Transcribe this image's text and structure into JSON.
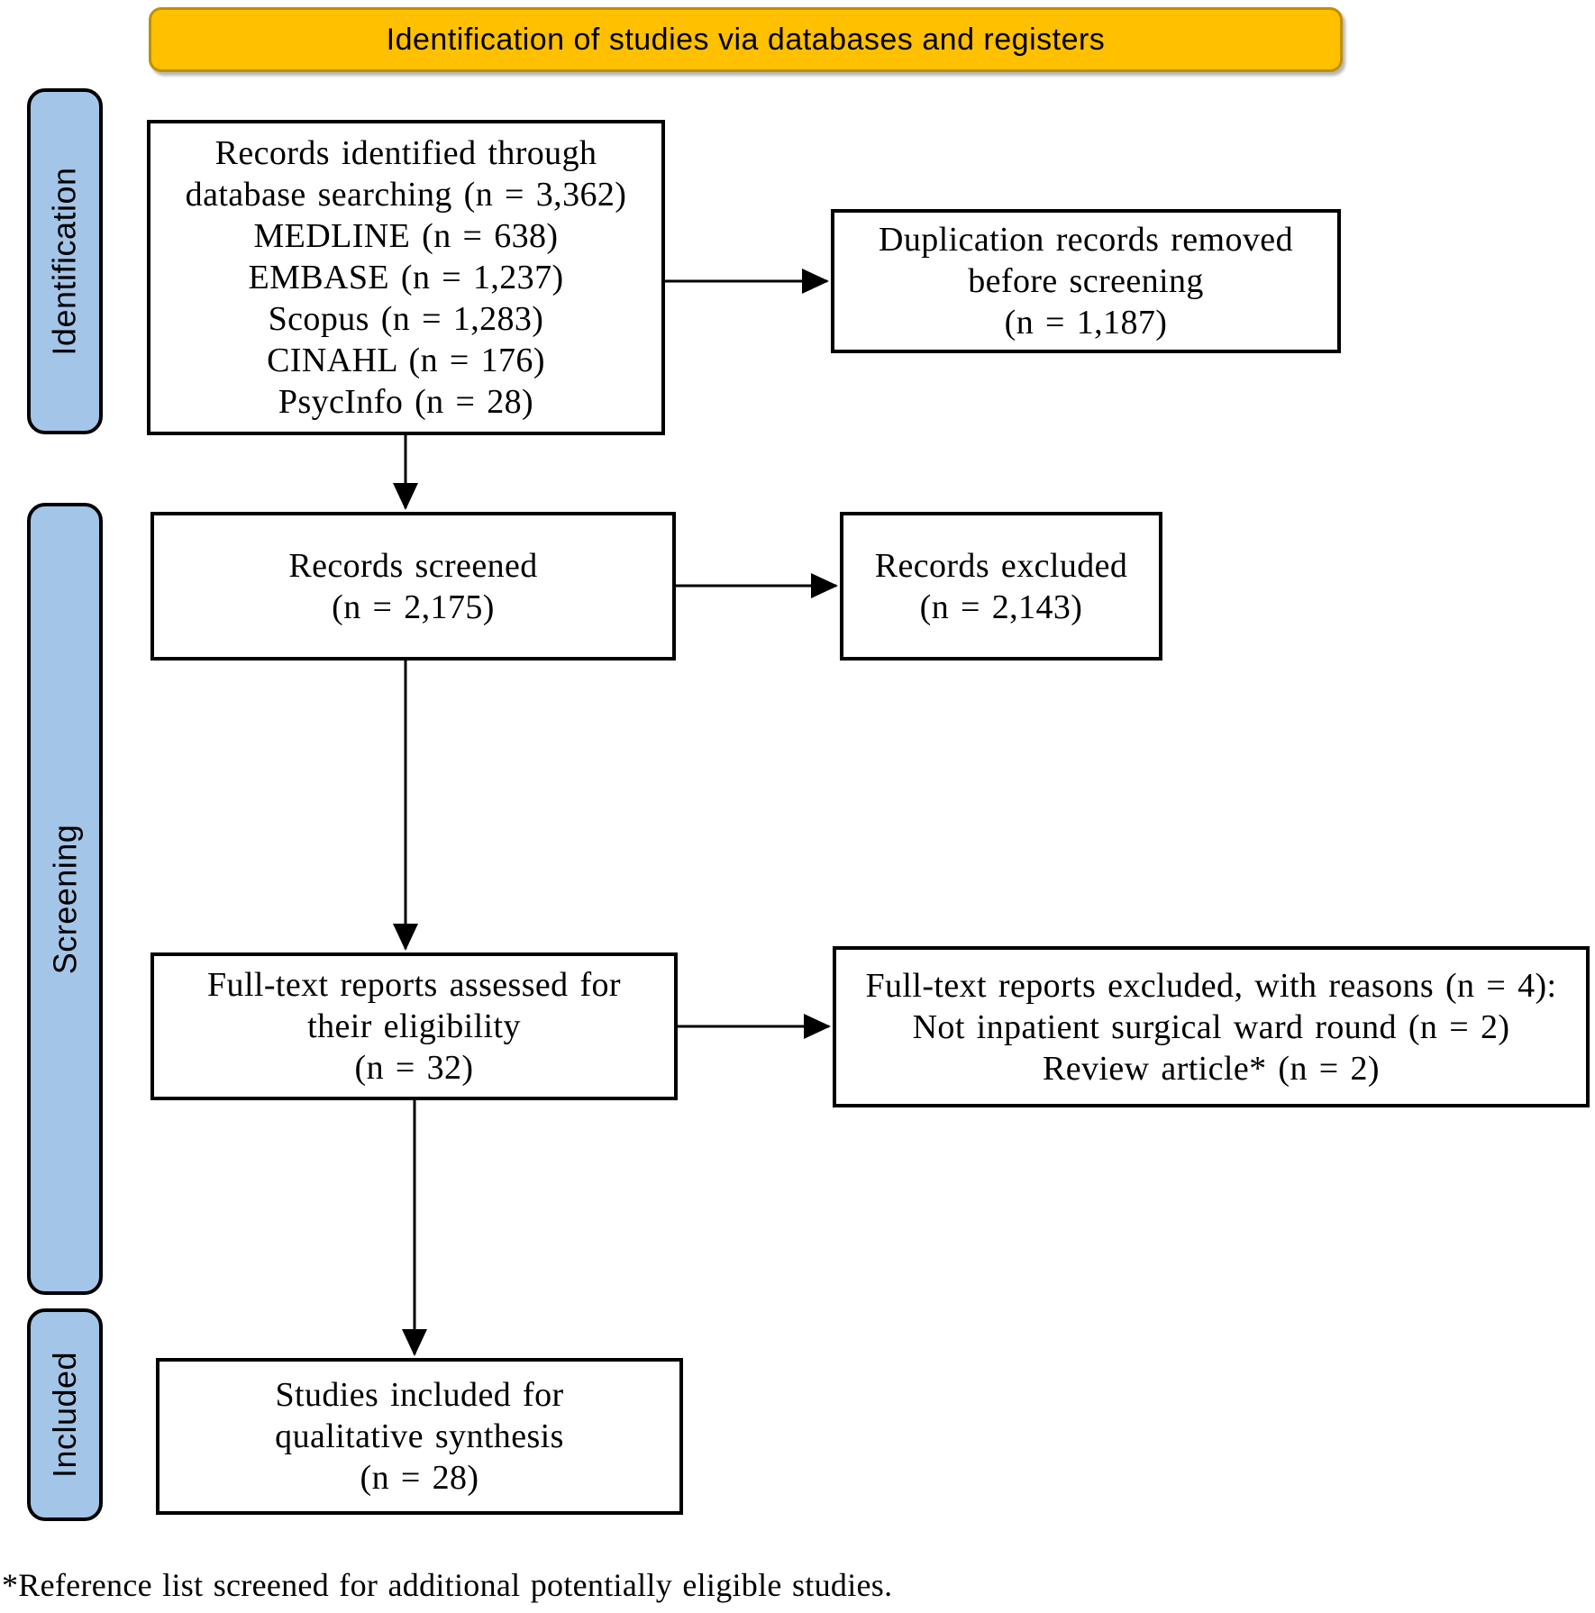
{
  "banner": {
    "label": "Identification of studies via databases and registers"
  },
  "stages": {
    "identification": "Identification",
    "screening": "Screening",
    "included": "Included"
  },
  "boxes": {
    "identified": {
      "lines": [
        "Records identified through",
        "database searching (n = 3,362)",
        "MEDLINE (n = 638)",
        "EMBASE (n = 1,237)",
        "Scopus (n = 1,283)",
        "CINAHL (n = 176)",
        "PsycInfo (n = 28)"
      ]
    },
    "duplicates_removed": {
      "lines": [
        "Duplication records removed",
        "before screening",
        "(n = 1,187)"
      ]
    },
    "records_screened": {
      "lines": [
        "Records screened",
        "(n = 2,175)"
      ]
    },
    "records_excluded": {
      "lines": [
        "Records excluded",
        "(n = 2,143)"
      ]
    },
    "fulltext_assessed": {
      "lines": [
        "Full-text reports assessed for",
        "their eligibility",
        "(n = 32)"
      ]
    },
    "fulltext_excluded": {
      "lines": [
        "Full-text reports excluded, with reasons (n = 4):",
        "Not inpatient surgical ward round (n = 2)",
        "Review article* (n = 2)"
      ]
    },
    "studies_included": {
      "lines": [
        "Studies included for",
        "qualitative synthesis",
        "(n = 28)"
      ]
    }
  },
  "footnote": "*Reference list screened for additional potentially eligible studies.",
  "colors": {
    "banner_fill": "#FFC000",
    "banner_border": "#BF9000",
    "stage_fill": "#A3C5E8",
    "stage_border": "#000000",
    "box_border": "#000000",
    "box_fill": "#FFFFFF",
    "arrow": "#000000"
  }
}
